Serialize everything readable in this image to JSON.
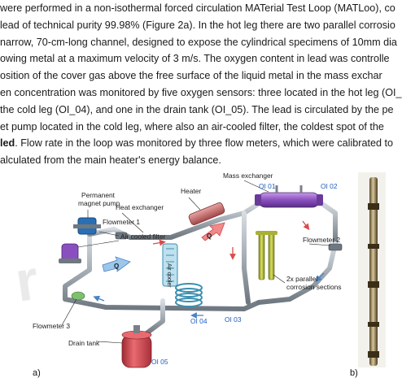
{
  "paragraph": {
    "lines": [
      {
        "text": "were performed in a non-isothermal forced circulation MATerial Test Loop (MATLoo), co"
      },
      {
        "text": "lead of technical purity 99.98% (Figure 2a). In the hot leg there are two parallel corrosio"
      },
      {
        "text": "narrow, 70-cm-long channel, designed to expose the cylindrical specimens of 10mm dia"
      },
      {
        "text": "owing metal at a maximum velocity of 3 m/s. The oxygen content in lead was controlle"
      },
      {
        "text": "osition of the cover gas above the free surface of the liquid metal in the mass exchar"
      },
      {
        "text": "en concentration was monitored by five oxygen sensors: three located in the hot leg (OI_"
      },
      {
        "text": "the cold leg (OI_04), and one in the drain tank (OI_05). The lead is circulated by the pe"
      },
      {
        "text": "et pump located in the cold leg, where also an air-cooled filter, the coldest spot of the"
      },
      {
        "bold": "led",
        "text": ". Flow rate in the loop was monitored by three flow meters, which were calibrated to"
      },
      {
        "text": "alculated from the main heater's energy balance."
      }
    ]
  },
  "figure": {
    "labels": {
      "permanent_magnet_pump": "Permanent\nmagnet pump",
      "heater": "Heater",
      "mass_exchanger": "Mass exchanger",
      "heat_exchanger": "Heat exchanger",
      "flowmeter_1": "Flowmeter 1",
      "air_cooled_filter": "Air cooled filter",
      "air_cooler": "Air cooler",
      "flowmeter_2": "Flowmeter 2",
      "parallel_corrosion": "2x parallel\ncorrosion sections",
      "flowmeter_3": "Flowmeter 3",
      "drain_tank": "Drain tank",
      "q1": "Q",
      "q2": "Q"
    },
    "sensors": {
      "ol01": "OI 01",
      "ol02": "OI 02",
      "ol03": "OI 03",
      "ol04": "OI 04",
      "ol05": "OI 05"
    },
    "panel_labels": {
      "a": "a)",
      "b": "b)"
    },
    "colors": {
      "pipe": "#9aa3ab",
      "mass_exchanger": "#8a4fbf",
      "drain_tank": "#d8444c",
      "heater": "#c96b6b",
      "corrosion": "#b8c23a",
      "air_cooler": "#3a8fb0",
      "sensor_text": "#1c5dbd",
      "heat_arrow": "#d94b4b",
      "cool_arrow": "#6ea8d6"
    }
  }
}
